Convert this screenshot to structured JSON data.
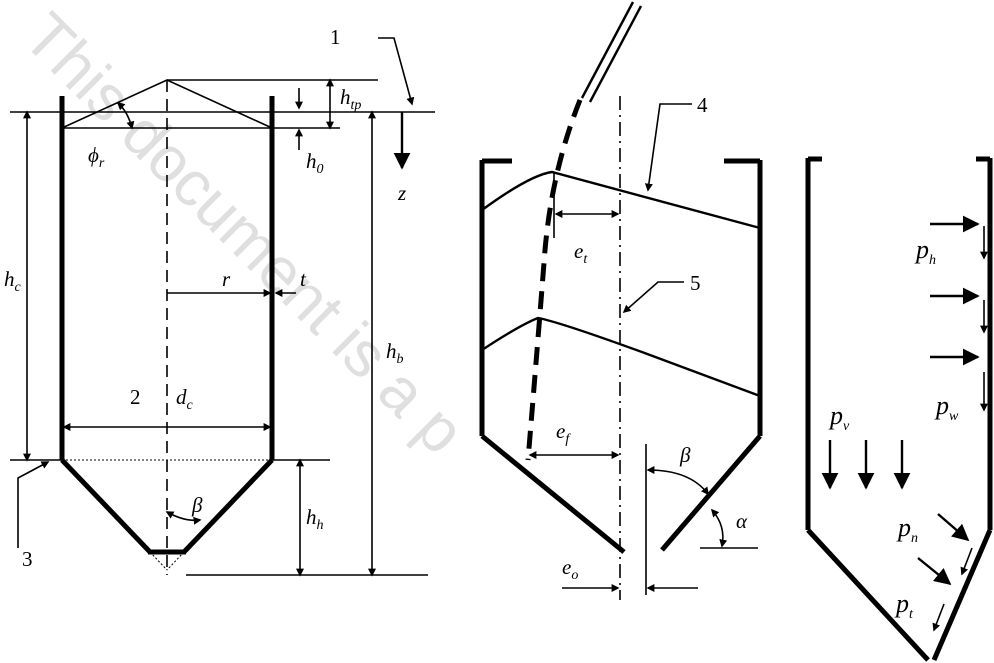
{
  "diagram": {
    "watermark": "This document is a p",
    "callouts": {
      "n1": "1",
      "n2": "2",
      "n3": "3",
      "n4": "4",
      "n5": "5"
    },
    "symbols": {
      "h_tp_main": "h",
      "h_tp_sub": "tp",
      "h0_main": "h",
      "h0_sub": "0",
      "z": "z",
      "phi_main": "ϕ",
      "phi_sub": "r",
      "hc_main": "h",
      "hc_sub": "c",
      "r": "r",
      "t": "t",
      "hb_main": "h",
      "hb_sub": "b",
      "dc_main": "d",
      "dc_sub": "c",
      "beta_left": "β",
      "hh_main": "h",
      "hh_sub": "h",
      "et_main": "e",
      "et_sub": "t",
      "ef_main": "e",
      "ef_sub": "f",
      "beta_mid": "β",
      "alpha": "α",
      "eo_main": "e",
      "eo_sub": "o",
      "ph_main": "p",
      "ph_sub": "h",
      "pw_main": "p",
      "pw_sub": "w",
      "pv_main": "p",
      "pv_sub": "v",
      "pn_main": "p",
      "pn_sub": "n",
      "pt_main": "p",
      "pt_sub": "t"
    }
  }
}
